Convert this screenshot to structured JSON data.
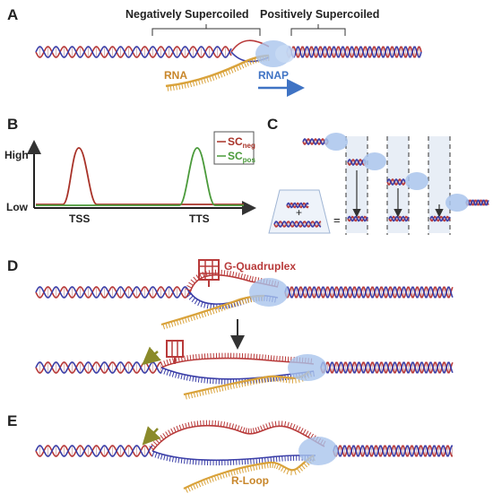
{
  "panels": {
    "A": {
      "letter": "A",
      "neg_label": "Negatively Supercoiled",
      "pos_label": "Positively Supercoiled",
      "rna_label": "RNA",
      "rnap_label": "RNAP"
    },
    "B": {
      "letter": "B",
      "y_high": "High",
      "y_low": "Low",
      "x_tss": "TSS",
      "x_tts": "TTS",
      "legend": [
        {
          "base": "SC",
          "sub": "neg",
          "color": "#a83228"
        },
        {
          "base": "SC",
          "sub": "pos",
          "color": "#4a9a3a"
        }
      ]
    },
    "C": {
      "letter": "C",
      "plus": "+",
      "equals": "="
    },
    "D": {
      "letter": "D",
      "g4_label": "G-Quadruplex"
    },
    "E": {
      "letter": "E",
      "rloop_label": "R-Loop"
    }
  },
  "colors": {
    "dna_red": "#b83a3a",
    "dna_blue": "#3b3fa8",
    "rna": "#d9a23a",
    "rnap": "#a9c4ec",
    "arrow_blue": "#3f73c4",
    "arrow_olive": "#8a8a2a",
    "sc_neg": "#a83228",
    "sc_pos": "#4a9a3a",
    "g4": "#b83a3a",
    "rna_text": "#c8862a",
    "rnap_text": "#3f73c4"
  },
  "icons": [
    "rnap-blob-icon",
    "down-arrow-icon",
    "green-arrow-icon"
  ]
}
